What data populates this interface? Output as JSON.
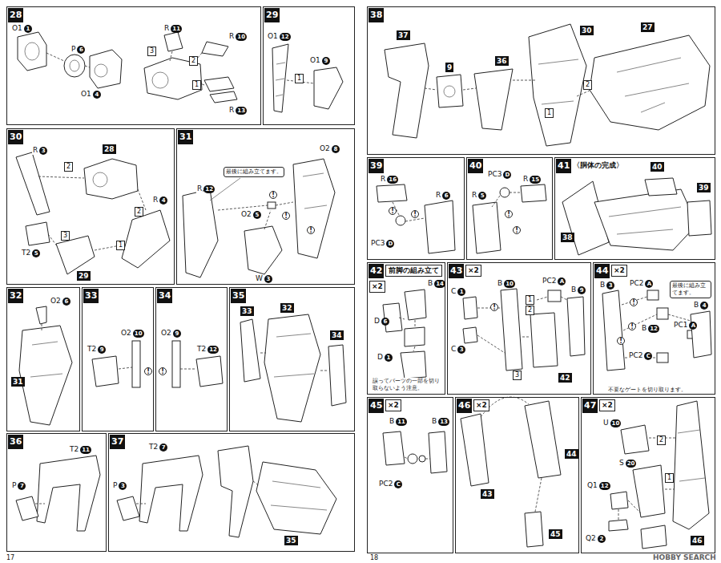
{
  "diagram": {
    "nodes": [
      {
        "text": [
          "28"
        ]
      },
      {
        "text": [
          "29"
        ]
      },
      {
        "text": [
          "30"
        ]
      },
      {
        "text": [
          "31",
          "最後に組み立てます。"
        ]
      },
      {
        "text": [
          "32"
        ]
      },
      {
        "text": [
          "33"
        ]
      },
      {
        "text": [
          "34"
        ]
      },
      {
        "text": [
          "35"
        ]
      },
      {
        "text": [
          "36"
        ]
      },
      {
        "text": [
          "37"
        ]
      },
      {
        "text": [
          "38"
        ]
      },
      {
        "text": [
          "39"
        ]
      },
      {
        "text": [
          "40"
        ]
      },
      {
        "text": [
          "41",
          "〈胴体の完成〉"
        ]
      },
      {
        "text": [
          "42",
          "前脚の組み立て",
          "×2",
          "誤ってパーツの一部を切り取らないよう注意。"
        ]
      },
      {
        "text": [
          "43",
          "×2"
        ]
      },
      {
        "text": [
          "44",
          "×2",
          "最後に組み立てます。",
          "不要なゲートを切り取ります。"
        ]
      },
      {
        "text": [
          "45",
          "×2"
        ]
      },
      {
        "text": [
          "46",
          "×2"
        ]
      },
      {
        "text": [
          "47",
          "×2"
        ]
      }
    ],
    "labels": [
      "O1",
      "1",
      "P",
      "6",
      "O1",
      "4",
      "R",
      "11",
      "R",
      "10",
      "3",
      "2",
      "1",
      "R",
      "13",
      "O1",
      "12",
      "O1",
      "9",
      "1",
      "R",
      "3",
      "28",
      "2",
      "R",
      "4",
      "2",
      "1",
      "3",
      "T2",
      "5",
      "29",
      "R",
      "12",
      "O2",
      "8",
      "!",
      "!",
      "!",
      "O2",
      "5",
      "W",
      "3",
      "O2",
      "6",
      "31",
      "T2",
      "9",
      "O2",
      "10",
      "!",
      "O2",
      "9",
      "T2",
      "12",
      "!",
      "33",
      "32",
      "34",
      "T2",
      "11",
      "P",
      "7",
      "T2",
      "7",
      "P",
      "3",
      "35",
      "17",
      "18",
      "HOBBY SEARCH",
      "37",
      "9",
      "36",
      "30",
      "27",
      "1",
      "2",
      "R",
      "16",
      "R",
      "6",
      "PC3",
      "D",
      "!",
      "!",
      "R",
      "5",
      "PC3",
      "D",
      "R",
      "15",
      "!",
      "!",
      "38",
      "40",
      "39",
      "B",
      "14",
      "D",
      "6",
      "D",
      "1",
      "C",
      "1",
      "C",
      "3",
      "B",
      "10",
      "PC2",
      "A",
      "B",
      "9",
      "1",
      "2",
      "3",
      "42",
      "!",
      "B",
      "3",
      "PC2",
      "A",
      "B",
      "4",
      "!",
      "B",
      "12",
      "PC1",
      "A",
      "!",
      "PC2",
      "C",
      "!",
      "B",
      "11",
      "B",
      "13",
      "PC2",
      "C",
      "43",
      "44",
      "45",
      "U",
      "10",
      "S",
      "20",
      "Q1",
      "12",
      "Q2",
      "2",
      "46",
      "2",
      "1"
    ]
  }
}
